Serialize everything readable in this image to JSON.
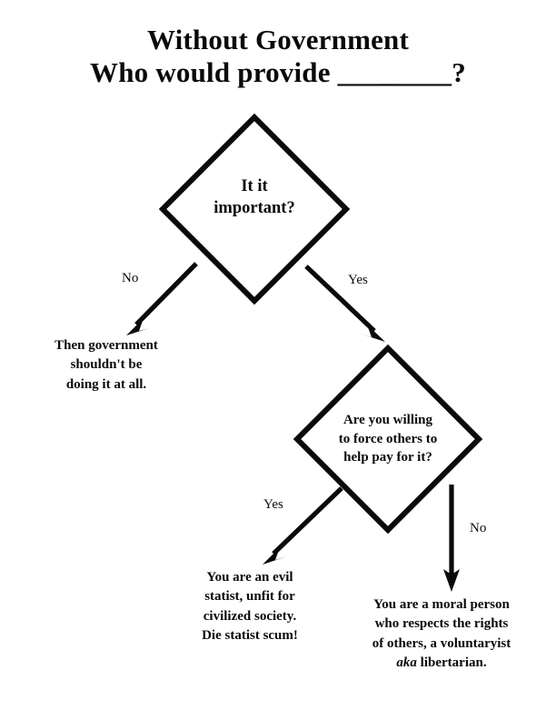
{
  "document": {
    "title_lines": [
      "Without Government",
      "Who would provide ________?"
    ]
  },
  "flowchart": {
    "type": "decision-tree",
    "nodes": [
      {
        "id": "node1",
        "shape": "diamond",
        "text_lines": [
          "It it",
          "important?"
        ]
      },
      {
        "id": "node2",
        "shape": "diamond",
        "text_lines": [
          "Are you willing",
          "to force others to",
          "help pay for it?"
        ]
      }
    ],
    "branch_labels": {
      "node1_left": "No",
      "node1_right": "Yes",
      "node2_left": "Yes",
      "node2_right": "No"
    },
    "outcomes": [
      {
        "id": "outcome-left",
        "from": "node1",
        "branch": "No",
        "text_lines": [
          "Then government",
          "shouldn't be",
          "doing it at all."
        ]
      },
      {
        "id": "outcome-bottom-left",
        "from": "node2",
        "branch": "Yes",
        "text_lines": [
          "You are an evil",
          "statist, unfit for",
          "civilized society.",
          "Die statist scum!"
        ]
      },
      {
        "id": "outcome-bottom-right",
        "from": "node2",
        "branch": "No",
        "text_lines_rich": [
          {
            "text": "You are a moral person",
            "style": "normal"
          },
          {
            "text": "who respects the rights",
            "style": "normal"
          },
          {
            "text": "of others, a voluntaryist",
            "style": "normal"
          },
          {
            "text": "aka",
            "style": "italic",
            "suffix": " libertarian."
          }
        ],
        "line4_italic": "aka",
        "line4_rest": " libertarian."
      }
    ],
    "colors": {
      "ink": "#0a0a0a",
      "paper": "#ffffff"
    }
  }
}
